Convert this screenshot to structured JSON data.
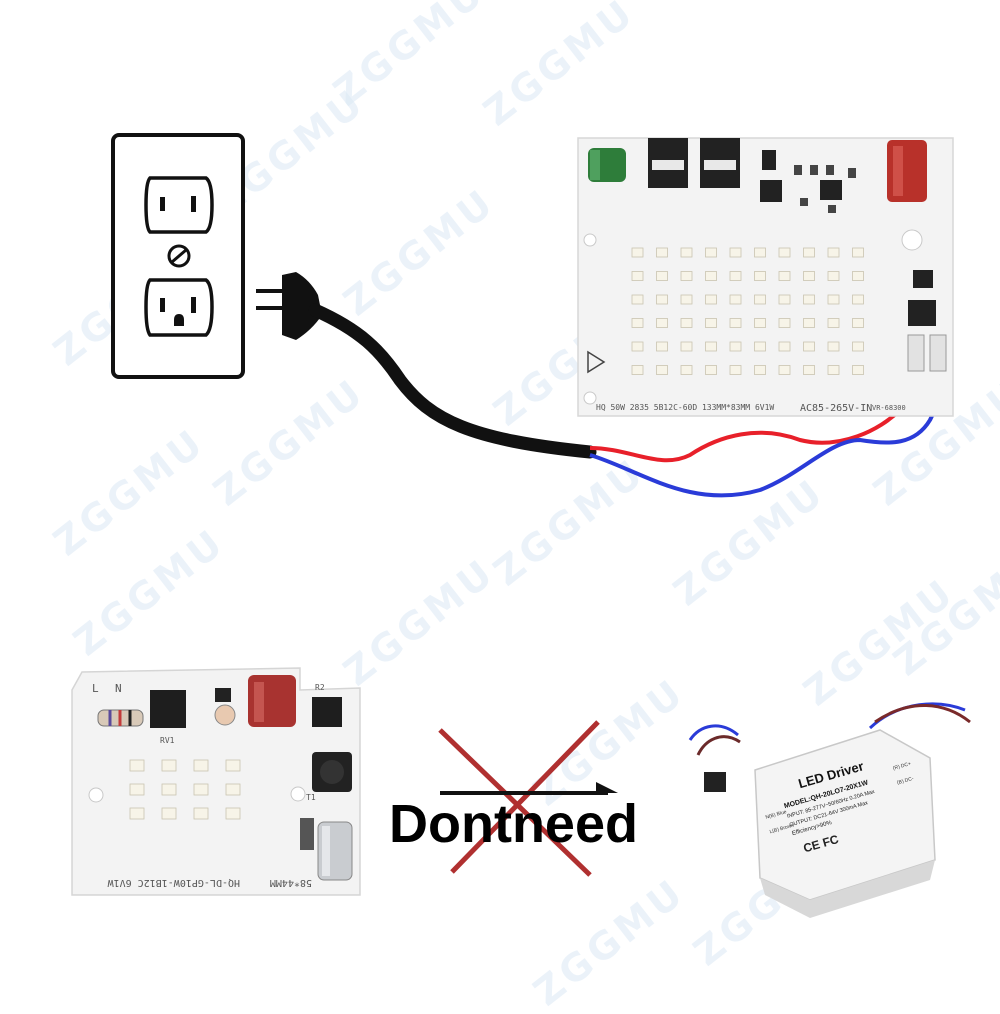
{
  "watermark": "ZGGMU",
  "led_board_main": {
    "silkscreen_left": "HQ 50W 2835 5B12C-60D 133MM*83MM  6V1W",
    "silkscreen_right": "AC85-265V-IN",
    "silkscreen_code": "VR-68300",
    "led_rows": 6,
    "led_cols": 10
  },
  "led_board_small": {
    "label_n": "N",
    "label_l": "L",
    "silkscreen": "HQ-DL-GP10W-1B12C 6V1W",
    "size": "58*44MM",
    "label_rv1": "RV1",
    "label_r2": "R2",
    "label_t1": "T1",
    "led_rows": 3,
    "led_cols": 4
  },
  "caption": {
    "text": "Dontneed"
  },
  "driver": {
    "title": "LED Driver",
    "model": "MODEL:QH-20LO7-20X1W",
    "input": "INPUT: 85-277V~50/60Hz 0.20A Max",
    "output": "OUTPUT: DC21-64V 300mA Max",
    "efficiency": "Efficiency>90%",
    "certs": "CE FC",
    "side_left": "N(B) Blue",
    "side_left2": "L(B) Brown",
    "side_right": "(R) DC+",
    "side_right2": "(B) DC-"
  },
  "colors": {
    "wire_red": "#e8202a",
    "wire_blue": "#2a3bd8",
    "cable": "#111111",
    "cross": "#b03030",
    "board": "#f3f3f3",
    "led": "#f7f4e8"
  }
}
